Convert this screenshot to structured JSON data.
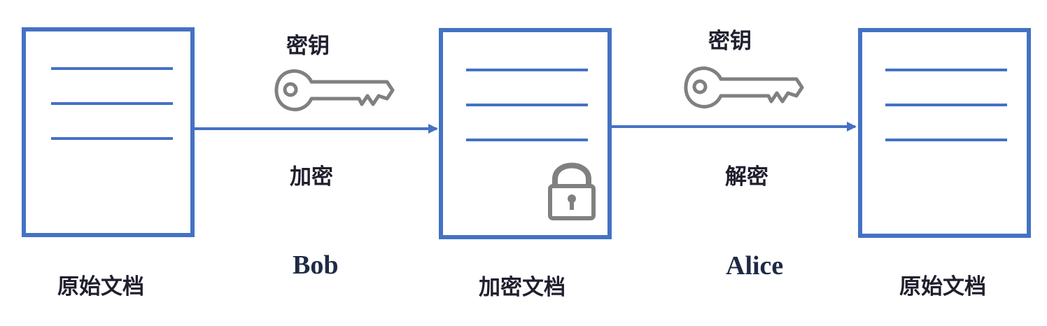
{
  "documents": {
    "original_left": {
      "caption": "原始文档"
    },
    "encrypted": {
      "caption": "加密文档"
    },
    "original_right": {
      "caption": "原始文档"
    }
  },
  "steps": {
    "encrypt": {
      "key_label": "密钥",
      "action_label": "加密",
      "actor": "Bob"
    },
    "decrypt": {
      "key_label": "密钥",
      "action_label": "解密",
      "actor": "Alice"
    }
  },
  "colors": {
    "document_border": "#4472c4",
    "arrow": "#4472c4",
    "icon_gray": "#808080",
    "text": "#1f1f2e"
  },
  "icons": [
    "key-icon",
    "padlock-icon",
    "arrow-right-icon"
  ]
}
